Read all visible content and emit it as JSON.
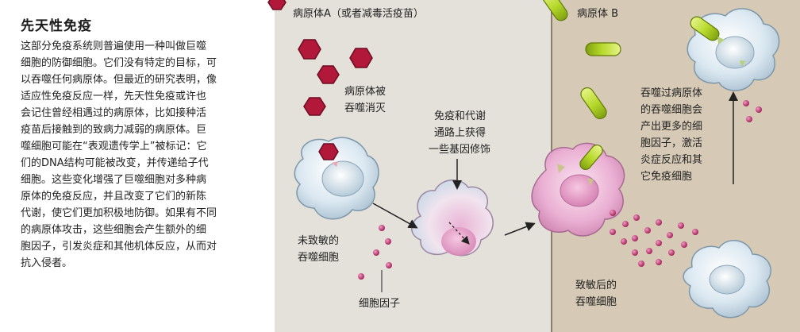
{
  "sidebar": {
    "title": "先天性免疫",
    "lines": [
      "这部分免疫系统则普遍使用一种叫做巨噬",
      "细胞的防御细胞。它们没有特定的目标，可",
      "以吞噬任何病原体。但最近的研究表明，像",
      "适应性免疫反应一样，先天性免疫或许也",
      "会记住曾经相遇过的病原体，比如接种活",
      "疫苗后接触到的致病力减弱的病原体。巨",
      "噬细胞可能在“表观遗传学上”被标记：它",
      "们的DNA结构可能被改变，并传递给子代",
      "细胞。这些变化增强了巨噬细胞对多种病",
      "原体的免疫反应，并且改变了它们的新陈",
      "代谢，使它们更加积极地防御。如果有不同",
      "的病原体攻击，这些细胞会产生额外的细",
      "胞因子，引发炎症和其他机体反应，从而对",
      "抗入侵者。"
    ]
  },
  "labels": {
    "pathogen_a": "病原体A（或者减毒活疫苗）",
    "pathogen_b": "病原体 B",
    "destroyed": [
      "病原体被",
      "吞噬消灭"
    ],
    "modification": [
      "免疫和代谢",
      "通路上获得",
      "一些基因修饰"
    ],
    "unsensitized": [
      "未致敏的",
      "吞噬细胞"
    ],
    "cytokines": "细胞因子",
    "sensitized": [
      "致敏后的",
      "吞噬细胞"
    ],
    "produces": [
      "吞噬过病原体",
      "的吞噬细胞会",
      "产出更多的细",
      "胞因子，激活",
      "炎症反应和其",
      "它免疫细胞"
    ]
  },
  "colors": {
    "pathogen_a": "#b2183a",
    "pathogen_b": "#b6d82a",
    "cytokine": "#b8245e",
    "cell_blue": "#d8e6ef",
    "cell_pink": "#e8a9cf"
  }
}
